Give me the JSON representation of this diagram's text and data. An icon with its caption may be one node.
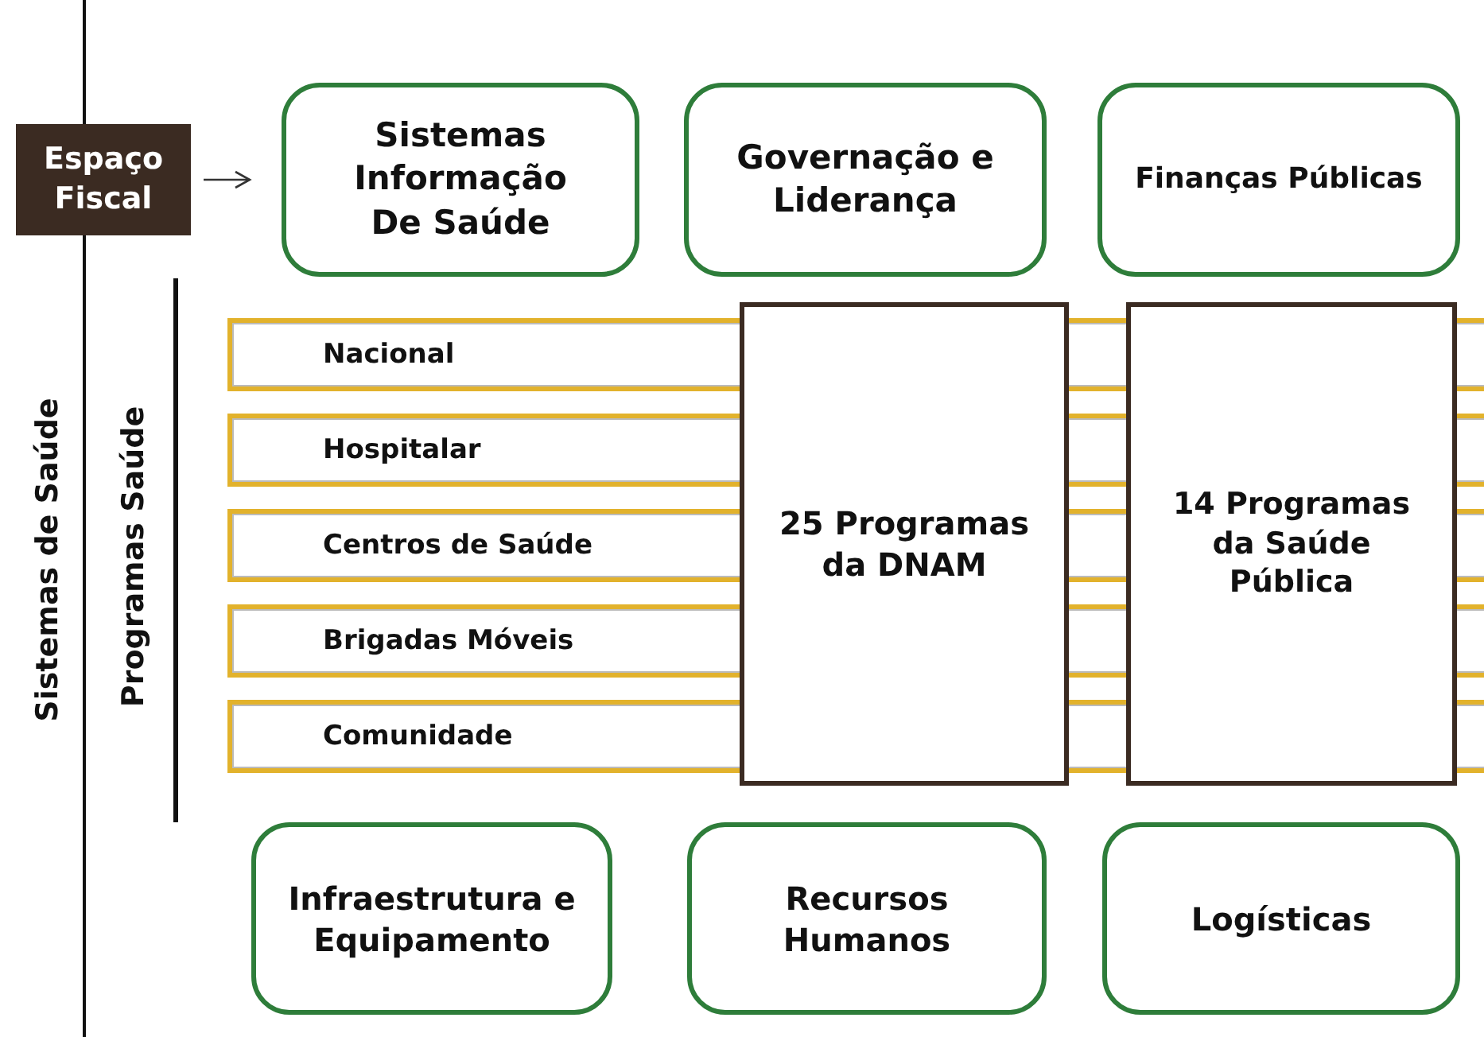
{
  "diagram": {
    "nodes": [
      {
        "text": [
          "Espaço Fiscal"
        ]
      },
      {
        "text": [
          "Sistemas Informação De Saúde"
        ]
      },
      {
        "text": [
          "Governação e Liderança"
        ]
      },
      {
        "text": [
          "Finanças Públicas"
        ]
      },
      {
        "text": [
          "Nacional"
        ]
      },
      {
        "text": [
          "Hospitalar"
        ]
      },
      {
        "text": [
          "Centros de Saúde"
        ]
      },
      {
        "text": [
          "Brigadas Móveis"
        ]
      },
      {
        "text": [
          "Comunidade"
        ]
      },
      {
        "text": [
          "25 Programas da DNAM"
        ]
      },
      {
        "text": [
          "14 Programas da Saúde Pública"
        ]
      },
      {
        "text": [
          "Infraestrutura e Equipamento"
        ]
      },
      {
        "text": [
          "Recursos Humanos"
        ]
      },
      {
        "text": [
          "Logísticas"
        ]
      }
    ],
    "edges": [
      {
        "from": 0,
        "to": 1,
        "arrow": "to"
      }
    ],
    "labels": [
      "Sistemas de Saúde",
      "Programas Saúde"
    ]
  }
}
